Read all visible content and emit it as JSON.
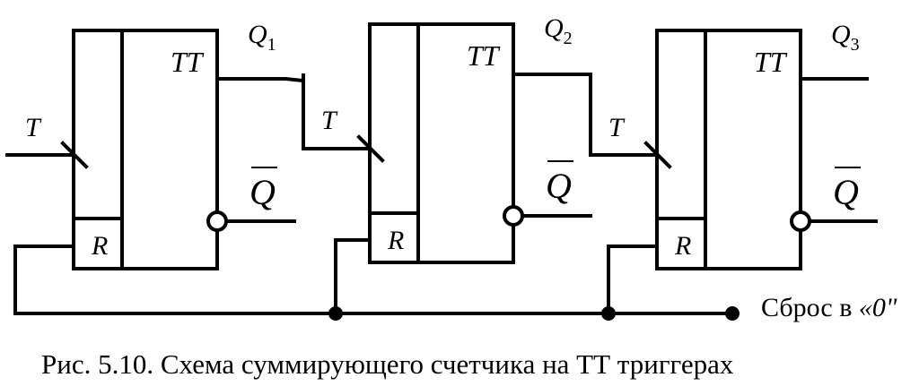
{
  "diagram": {
    "triggers": [
      {
        "type_label": "TT",
        "input_label": "T",
        "reset_label": "R",
        "q_label": "Q",
        "q_index": "1",
        "qbar_label": "Q"
      },
      {
        "type_label": "TT",
        "input_label": "T",
        "reset_label": "R",
        "q_label": "Q",
        "q_index": "2",
        "qbar_label": "Q"
      },
      {
        "type_label": "TT",
        "input_label": "T",
        "reset_label": "R",
        "q_label": "Q",
        "q_index": "3",
        "qbar_label": "Q"
      }
    ],
    "reset_line": {
      "prefix": "Сброс в ",
      "value": "«0\""
    },
    "caption": "Рис. 5.10. Схема суммирующего счетчика на ТТ триггерах"
  }
}
